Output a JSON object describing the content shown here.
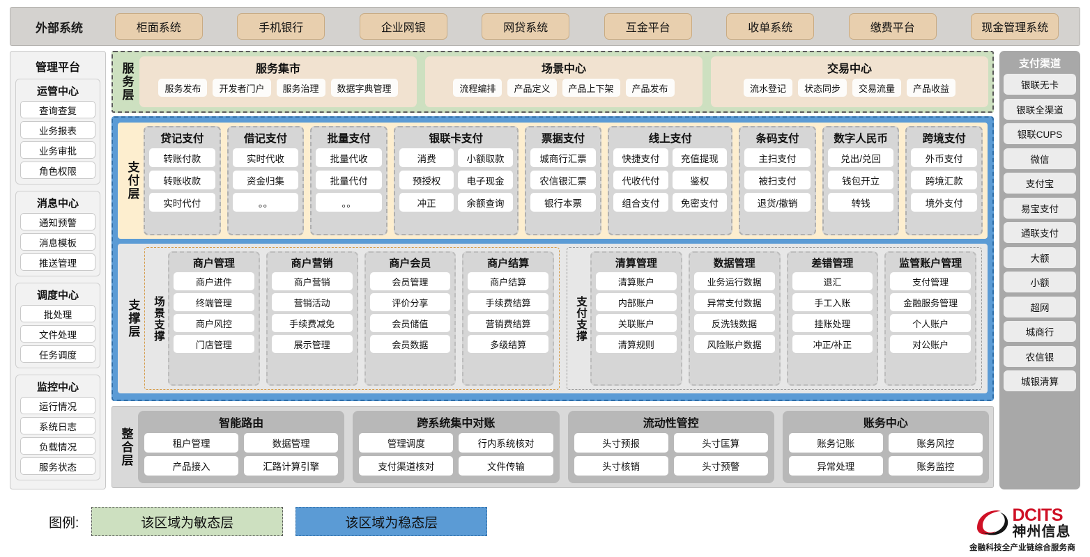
{
  "external_systems": {
    "title": "外部系统",
    "items": [
      "柜面系统",
      "手机银行",
      "企业网银",
      "网贷系统",
      "互金平台",
      "收单系统",
      "缴费平台",
      "现金管理系统"
    ]
  },
  "management_platform": {
    "title": "管理平台",
    "groups": [
      {
        "title": "运管中心",
        "items": [
          "查询查复",
          "业务报表",
          "业务审批",
          "角色权限"
        ]
      },
      {
        "title": "消息中心",
        "items": [
          "通知预警",
          "消息模板",
          "推送管理"
        ]
      },
      {
        "title": "调度中心",
        "items": [
          "批处理",
          "文件处理",
          "任务调度"
        ]
      },
      {
        "title": "监控中心",
        "items": [
          "运行情况",
          "系统日志",
          "负载情况",
          "服务状态"
        ]
      }
    ]
  },
  "payment_channels": {
    "title": "支付渠道",
    "items": [
      "银联无卡",
      "银联全渠道",
      "银联CUPS",
      "微信",
      "支付宝",
      "易宝支付",
      "通联支付",
      "大额",
      "小额",
      "超网",
      "城商行",
      "农信银",
      "城银清算"
    ]
  },
  "service_layer": {
    "label": "服务层",
    "groups": [
      {
        "title": "服务集市",
        "items": [
          "服务发布",
          "开发者门户",
          "服务治理",
          "数据字典管理"
        ]
      },
      {
        "title": "场景中心",
        "items": [
          "流程编排",
          "产品定义",
          "产品上下架",
          "产品发布"
        ]
      },
      {
        "title": "交易中心",
        "items": [
          "流水登记",
          "状态同步",
          "交易流量",
          "产品收益"
        ]
      }
    ]
  },
  "payment_layer": {
    "label": "支付层",
    "groups": [
      {
        "title": "贷记支付",
        "cols": 1,
        "rows": [
          [
            "转账付款"
          ],
          [
            "转账收款"
          ],
          [
            "实时代付"
          ]
        ]
      },
      {
        "title": "借记支付",
        "cols": 1,
        "rows": [
          [
            "实时代收"
          ],
          [
            "资金归集"
          ],
          [
            "。。"
          ]
        ]
      },
      {
        "title": "批量支付",
        "cols": 1,
        "rows": [
          [
            "批量代收"
          ],
          [
            "批量代付"
          ],
          [
            "。。"
          ]
        ]
      },
      {
        "title": "银联卡支付",
        "cols": 2,
        "rows": [
          [
            "消费",
            "小额取款"
          ],
          [
            "预授权",
            "电子现金"
          ],
          [
            "冲正",
            "余额查询"
          ]
        ]
      },
      {
        "title": "票据支付",
        "cols": 1,
        "rows": [
          [
            "城商行汇票"
          ],
          [
            "农信银汇票"
          ],
          [
            "银行本票"
          ]
        ]
      },
      {
        "title": "线上支付",
        "cols": 2,
        "rows": [
          [
            "快捷支付",
            "充值提现"
          ],
          [
            "代收代付",
            "鉴权"
          ],
          [
            "组合支付",
            "免密支付"
          ]
        ]
      },
      {
        "title": "条码支付",
        "cols": 1,
        "rows": [
          [
            "主扫支付"
          ],
          [
            "被扫支付"
          ],
          [
            "退货/撤销"
          ]
        ]
      },
      {
        "title": "数字人民币",
        "cols": 1,
        "rows": [
          [
            "兑出/兑回"
          ],
          [
            "钱包开立"
          ],
          [
            "转钱"
          ]
        ]
      },
      {
        "title": "跨境支付",
        "cols": 1,
        "rows": [
          [
            "外币支付"
          ],
          [
            "跨境汇款"
          ],
          [
            "境外支付"
          ]
        ]
      }
    ]
  },
  "support_layer": {
    "label": "支撑层",
    "blocks": [
      {
        "label": "场景支撑",
        "style": "scene",
        "groups": [
          {
            "title": "商户管理",
            "items": [
              "商户进件",
              "终端管理",
              "商户风控",
              "门店管理"
            ]
          },
          {
            "title": "商户营销",
            "items": [
              "商户营销",
              "营销活动",
              "手续费减免",
              "展示管理"
            ]
          },
          {
            "title": "商户会员",
            "items": [
              "会员管理",
              "评价分享",
              "会员储值",
              "会员数据"
            ]
          },
          {
            "title": "商户结算",
            "items": [
              "商户结算",
              "手续费结算",
              "营销费结算",
              "多级结算"
            ]
          }
        ]
      },
      {
        "label": "支付支撑",
        "style": "paysup",
        "groups": [
          {
            "title": "清算管理",
            "items": [
              "清算账户",
              "内部账户",
              "关联账户",
              "清算规则"
            ]
          },
          {
            "title": "数据管理",
            "items": [
              "业务运行数据",
              "异常支付数据",
              "反洗钱数据",
              "风险账户数据"
            ]
          },
          {
            "title": "差错管理",
            "items": [
              "退汇",
              "手工入账",
              "挂账处理",
              "冲正/补正"
            ]
          },
          {
            "title": "监管账户管理",
            "items": [
              "支付管理",
              "金融服务管理",
              "个人账户",
              "对公账户"
            ]
          }
        ]
      }
    ]
  },
  "integration_layer": {
    "label": "整合层",
    "groups": [
      {
        "title": "智能路由",
        "rows": [
          [
            "租户管理",
            "数据管理"
          ],
          [
            "产品接入",
            "汇路计算引擎"
          ]
        ]
      },
      {
        "title": "跨系统集中对账",
        "rows": [
          [
            "管理调度",
            "行内系统核对"
          ],
          [
            "支付渠道核对",
            "文件传输"
          ]
        ]
      },
      {
        "title": "流动性管控",
        "rows": [
          [
            "头寸预报",
            "头寸匡算"
          ],
          [
            "头寸核销",
            "头寸预警"
          ]
        ]
      },
      {
        "title": "账务中心",
        "rows": [
          [
            "账务记账",
            "账务风控"
          ],
          [
            "异常处理",
            "账务监控"
          ]
        ]
      }
    ]
  },
  "legend": {
    "label": "图例:",
    "agile_text": "该区域为敏态层",
    "stable_text": "该区域为稳态层",
    "agile_color": "#cde0c0",
    "stable_color": "#5b9bd5"
  },
  "logo": {
    "brand": "DCITS",
    "brand_cn": "神州信息",
    "tagline": "金融科技全产业链综合服务商",
    "brand_color": "#cf1126"
  }
}
